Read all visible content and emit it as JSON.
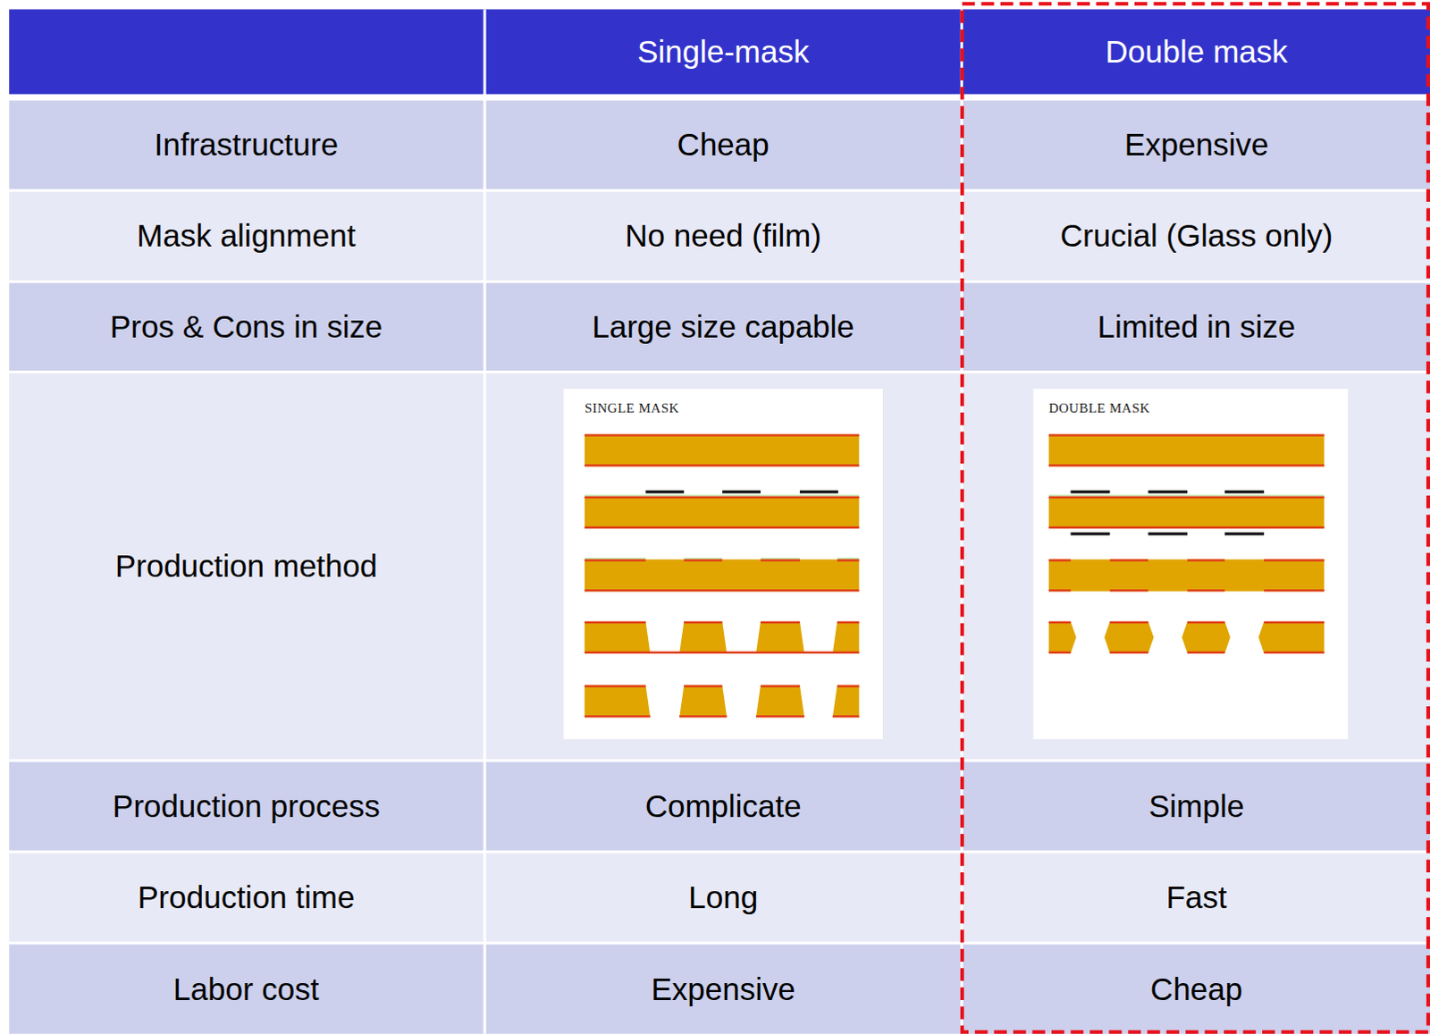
{
  "diagram": {
    "labels": [
      "Single-mask",
      "Double mask",
      "Infrastructure",
      "Cheap",
      "Expensive",
      "Mask alignment",
      "No need (film)",
      "Crucial (Glass only)",
      "Pros & Cons in size",
      "Large size capable",
      "Limited in size",
      "Production method",
      "SINGLE MASK",
      "DOUBLE MASK",
      "Production process",
      "Complicate",
      "Simple",
      "Production time",
      "Long",
      "Fast",
      "Labor cost",
      "Expensive",
      "Cheap"
    ]
  }
}
